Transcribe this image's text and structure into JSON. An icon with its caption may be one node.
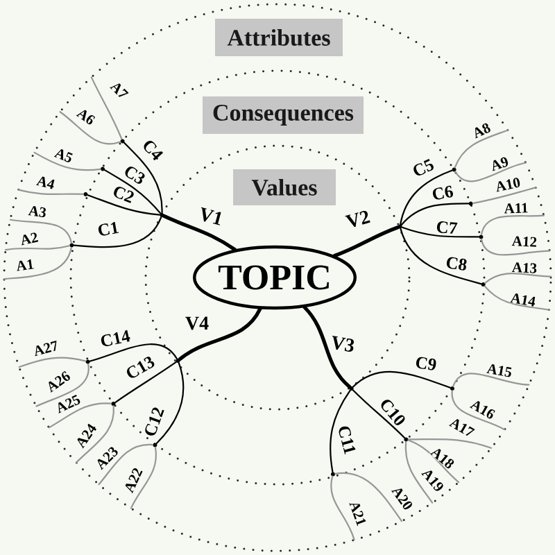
{
  "diagram": {
    "nodes": [
      {
        "text": [
          "Attributes"
        ]
      },
      {
        "text": [
          "Consequences"
        ]
      },
      {
        "text": [
          "Values"
        ]
      },
      {
        "text": [
          "TOPIC"
        ]
      },
      {
        "text": [],
        "shape": "dot"
      },
      {
        "text": [],
        "shape": "dot"
      },
      {
        "text": [],
        "shape": "dot"
      },
      {
        "text": [],
        "shape": "dot"
      },
      {
        "text": [],
        "shape": "dot"
      },
      {
        "text": [],
        "shape": "dot"
      },
      {
        "text": [],
        "shape": "dot"
      },
      {
        "text": [],
        "shape": "dot"
      },
      {
        "text": [],
        "shape": "dot"
      },
      {
        "text": [],
        "shape": "dot"
      },
      {
        "text": [],
        "shape": "dot"
      },
      {
        "text": [],
        "shape": "dot"
      },
      {
        "text": [],
        "shape": "dot"
      },
      {
        "text": [],
        "shape": "dot"
      },
      {
        "text": [],
        "shape": "dot"
      },
      {
        "text": [],
        "shape": "dot"
      },
      {
        "text": [],
        "shape": "dot"
      },
      {
        "text": [],
        "shape": "dot"
      }
    ],
    "edges": [
      {
        "from": 3,
        "to": 11,
        "arrow": "none",
        "label": "V1",
        "style": "thick",
        "color": "#000000"
      },
      {
        "from": 3,
        "to": 15,
        "arrow": "none",
        "label": "V2",
        "style": "thick",
        "color": "#000000"
      },
      {
        "from": 3,
        "to": 14,
        "arrow": "none",
        "label": "V3",
        "style": "thick",
        "color": "#000000"
      },
      {
        "from": 3,
        "to": 12,
        "arrow": "none",
        "label": "V4",
        "style": "thick",
        "color": "#000000"
      },
      {
        "from": 11,
        "to": 4,
        "arrow": "none",
        "label": "C1",
        "color": "#000000"
      },
      {
        "from": 11,
        "to": 5,
        "arrow": "none",
        "label": "C2",
        "color": "#000000"
      },
      {
        "from": 11,
        "to": 7,
        "arrow": "none",
        "label": "C3",
        "color": "#000000"
      },
      {
        "from": 11,
        "to": 9,
        "arrow": "none",
        "label": "C4",
        "color": "#000000"
      },
      {
        "from": 15,
        "to": 18,
        "arrow": "none",
        "label": "C5",
        "color": "#000000"
      },
      {
        "from": 15,
        "to": 19,
        "arrow": "none",
        "label": "C6",
        "color": "#000000"
      },
      {
        "from": 15,
        "to": 20,
        "arrow": "none",
        "label": "C7",
        "color": "#000000"
      },
      {
        "from": 15,
        "to": 21,
        "arrow": "none",
        "label": "C8",
        "color": "#000000"
      },
      {
        "from": 14,
        "to": 17,
        "arrow": "none",
        "label": "C9",
        "color": "#000000"
      },
      {
        "from": 14,
        "to": 16,
        "arrow": "none",
        "label": "C10",
        "color": "#000000"
      },
      {
        "from": 14,
        "to": 13,
        "arrow": "none",
        "label": "C11",
        "color": "#000000"
      },
      {
        "from": 12,
        "to": 10,
        "arrow": "none",
        "label": "C12",
        "color": "#000000"
      },
      {
        "from": 12,
        "to": 8,
        "arrow": "none",
        "label": "C13",
        "color": "#000000"
      },
      {
        "from": 12,
        "to": 6,
        "arrow": "none",
        "label": "C14",
        "color": "#000000"
      },
      {
        "from": 4,
        "to": null,
        "arrow": "none",
        "label": "A1"
      },
      {
        "from": 4,
        "to": null,
        "arrow": "none",
        "label": "A2"
      },
      {
        "from": 4,
        "to": null,
        "arrow": "none",
        "label": "A3"
      },
      {
        "from": 5,
        "to": null,
        "arrow": "none",
        "label": "A4"
      },
      {
        "from": 7,
        "to": null,
        "arrow": "none",
        "label": "A5"
      },
      {
        "from": 9,
        "to": null,
        "arrow": "none",
        "label": "A6"
      },
      {
        "from": 9,
        "to": null,
        "arrow": "none",
        "label": "A7"
      },
      {
        "from": 18,
        "to": null,
        "arrow": "none",
        "label": "A8"
      },
      {
        "from": 18,
        "to": null,
        "arrow": "none",
        "label": "A9"
      },
      {
        "from": 19,
        "to": null,
        "arrow": "none",
        "label": "A10"
      },
      {
        "from": 20,
        "to": null,
        "arrow": "none",
        "label": "A11"
      },
      {
        "from": 20,
        "to": null,
        "arrow": "none",
        "label": "A12"
      },
      {
        "from": 21,
        "to": null,
        "arrow": "none",
        "label": "A13"
      },
      {
        "from": 21,
        "to": null,
        "arrow": "none",
        "label": "A14"
      },
      {
        "from": 17,
        "to": null,
        "arrow": "none",
        "label": "A15"
      },
      {
        "from": 17,
        "to": null,
        "arrow": "none",
        "label": "A16"
      },
      {
        "from": 16,
        "to": null,
        "arrow": "none",
        "label": "A17"
      },
      {
        "from": 16,
        "to": null,
        "arrow": "none",
        "label": "A18"
      },
      {
        "from": 16,
        "to": null,
        "arrow": "none",
        "label": "A19"
      },
      {
        "from": 13,
        "to": null,
        "arrow": "none",
        "label": "A20"
      },
      {
        "from": 13,
        "to": null,
        "arrow": "none",
        "label": "A21"
      },
      {
        "from": 10,
        "to": null,
        "arrow": "none",
        "label": "A22"
      },
      {
        "from": 10,
        "to": null,
        "arrow": "none",
        "label": "A23"
      },
      {
        "from": 8,
        "to": null,
        "arrow": "none",
        "label": "A24"
      },
      {
        "from": 8,
        "to": null,
        "arrow": "none",
        "label": "A25"
      },
      {
        "from": 6,
        "to": null,
        "arrow": "none",
        "label": "A26"
      },
      {
        "from": 6,
        "to": null,
        "arrow": "none",
        "label": "A27"
      }
    ]
  }
}
